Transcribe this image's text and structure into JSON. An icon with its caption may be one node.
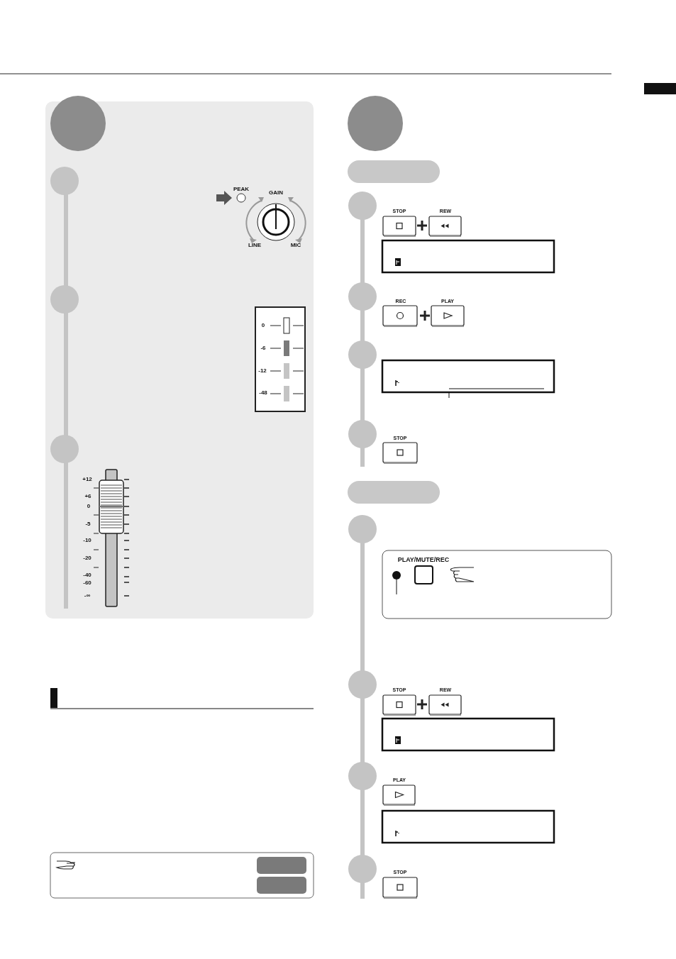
{
  "diagram": {
    "nodes": [
      {
        "text": [],
        "shape": "circle"
      },
      {
        "text": [],
        "shape": "circle"
      },
      {
        "text": [],
        "shape": "circle"
      },
      {
        "text": [],
        "shape": "circle"
      },
      {
        "text": [],
        "shape": "circle"
      },
      {
        "text": [],
        "shape": "box"
      },
      {
        "text": [],
        "shape": "circle"
      },
      {
        "text": [],
        "shape": "display"
      },
      {
        "text": [],
        "shape": "circle"
      },
      {
        "text": [],
        "shape": "circle"
      },
      {
        "text": [],
        "shape": "display"
      },
      {
        "text": [],
        "shape": "circle"
      },
      {
        "text": [],
        "shape": "box"
      },
      {
        "text": [],
        "shape": "circle"
      },
      {
        "text": [],
        "shape": "circle"
      },
      {
        "text": [],
        "shape": "circle"
      },
      {
        "text": [],
        "shape": "display"
      },
      {
        "text": [],
        "shape": "circle"
      },
      {
        "text": [],
        "shape": "display"
      },
      {
        "text": [],
        "shape": "circle"
      }
    ],
    "edges": [
      {
        "from": null,
        "to": 10,
        "arrow": "none"
      },
      {
        "from": null,
        "to": 14,
        "arrow": "none"
      }
    ],
    "labels": [
      "PEAK",
      "GAIN",
      "LINE",
      "MIC",
      "0",
      "-6",
      "-12",
      "-48",
      "+12",
      "+6",
      "0",
      "-5",
      "-10",
      "-20",
      "-40",
      "-60",
      "-∞",
      "STOP",
      "REW",
      "REC",
      "PLAY",
      "STOP",
      "PLAY/MUTE/REC",
      "STOP",
      "REW",
      "PLAY",
      "STOP"
    ]
  }
}
